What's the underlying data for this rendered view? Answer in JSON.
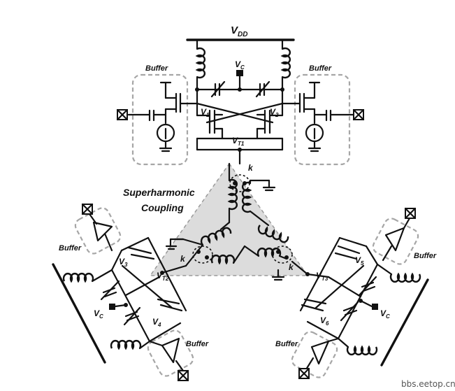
{
  "labels": {
    "vdd": "V",
    "vdd_sub": "DD",
    "vc": "V",
    "vc_sub": "C",
    "v1": "V",
    "v1_sub": "1",
    "v2": "V",
    "v2_sub": "2",
    "vt1": "V",
    "vt1_sub": "T1",
    "vt2": "V",
    "vt2_sub": "T2",
    "vt3": "V",
    "vt3_sub": "T3",
    "v3": "V",
    "v3_sub": "3",
    "v4": "V",
    "v4_sub": "4",
    "v5": "V",
    "v5_sub": "5",
    "v6": "V",
    "v6_sub": "6",
    "k": "k",
    "buffer": "Buffer",
    "coupling_line1": "Superharmonic",
    "coupling_line2": "Coupling",
    "watermark": "bbs.eetop.cn"
  },
  "colors": {
    "wire": "#111111",
    "buffer_box": "#a6a6a6",
    "coupling_fill": "#dcdcdc"
  }
}
